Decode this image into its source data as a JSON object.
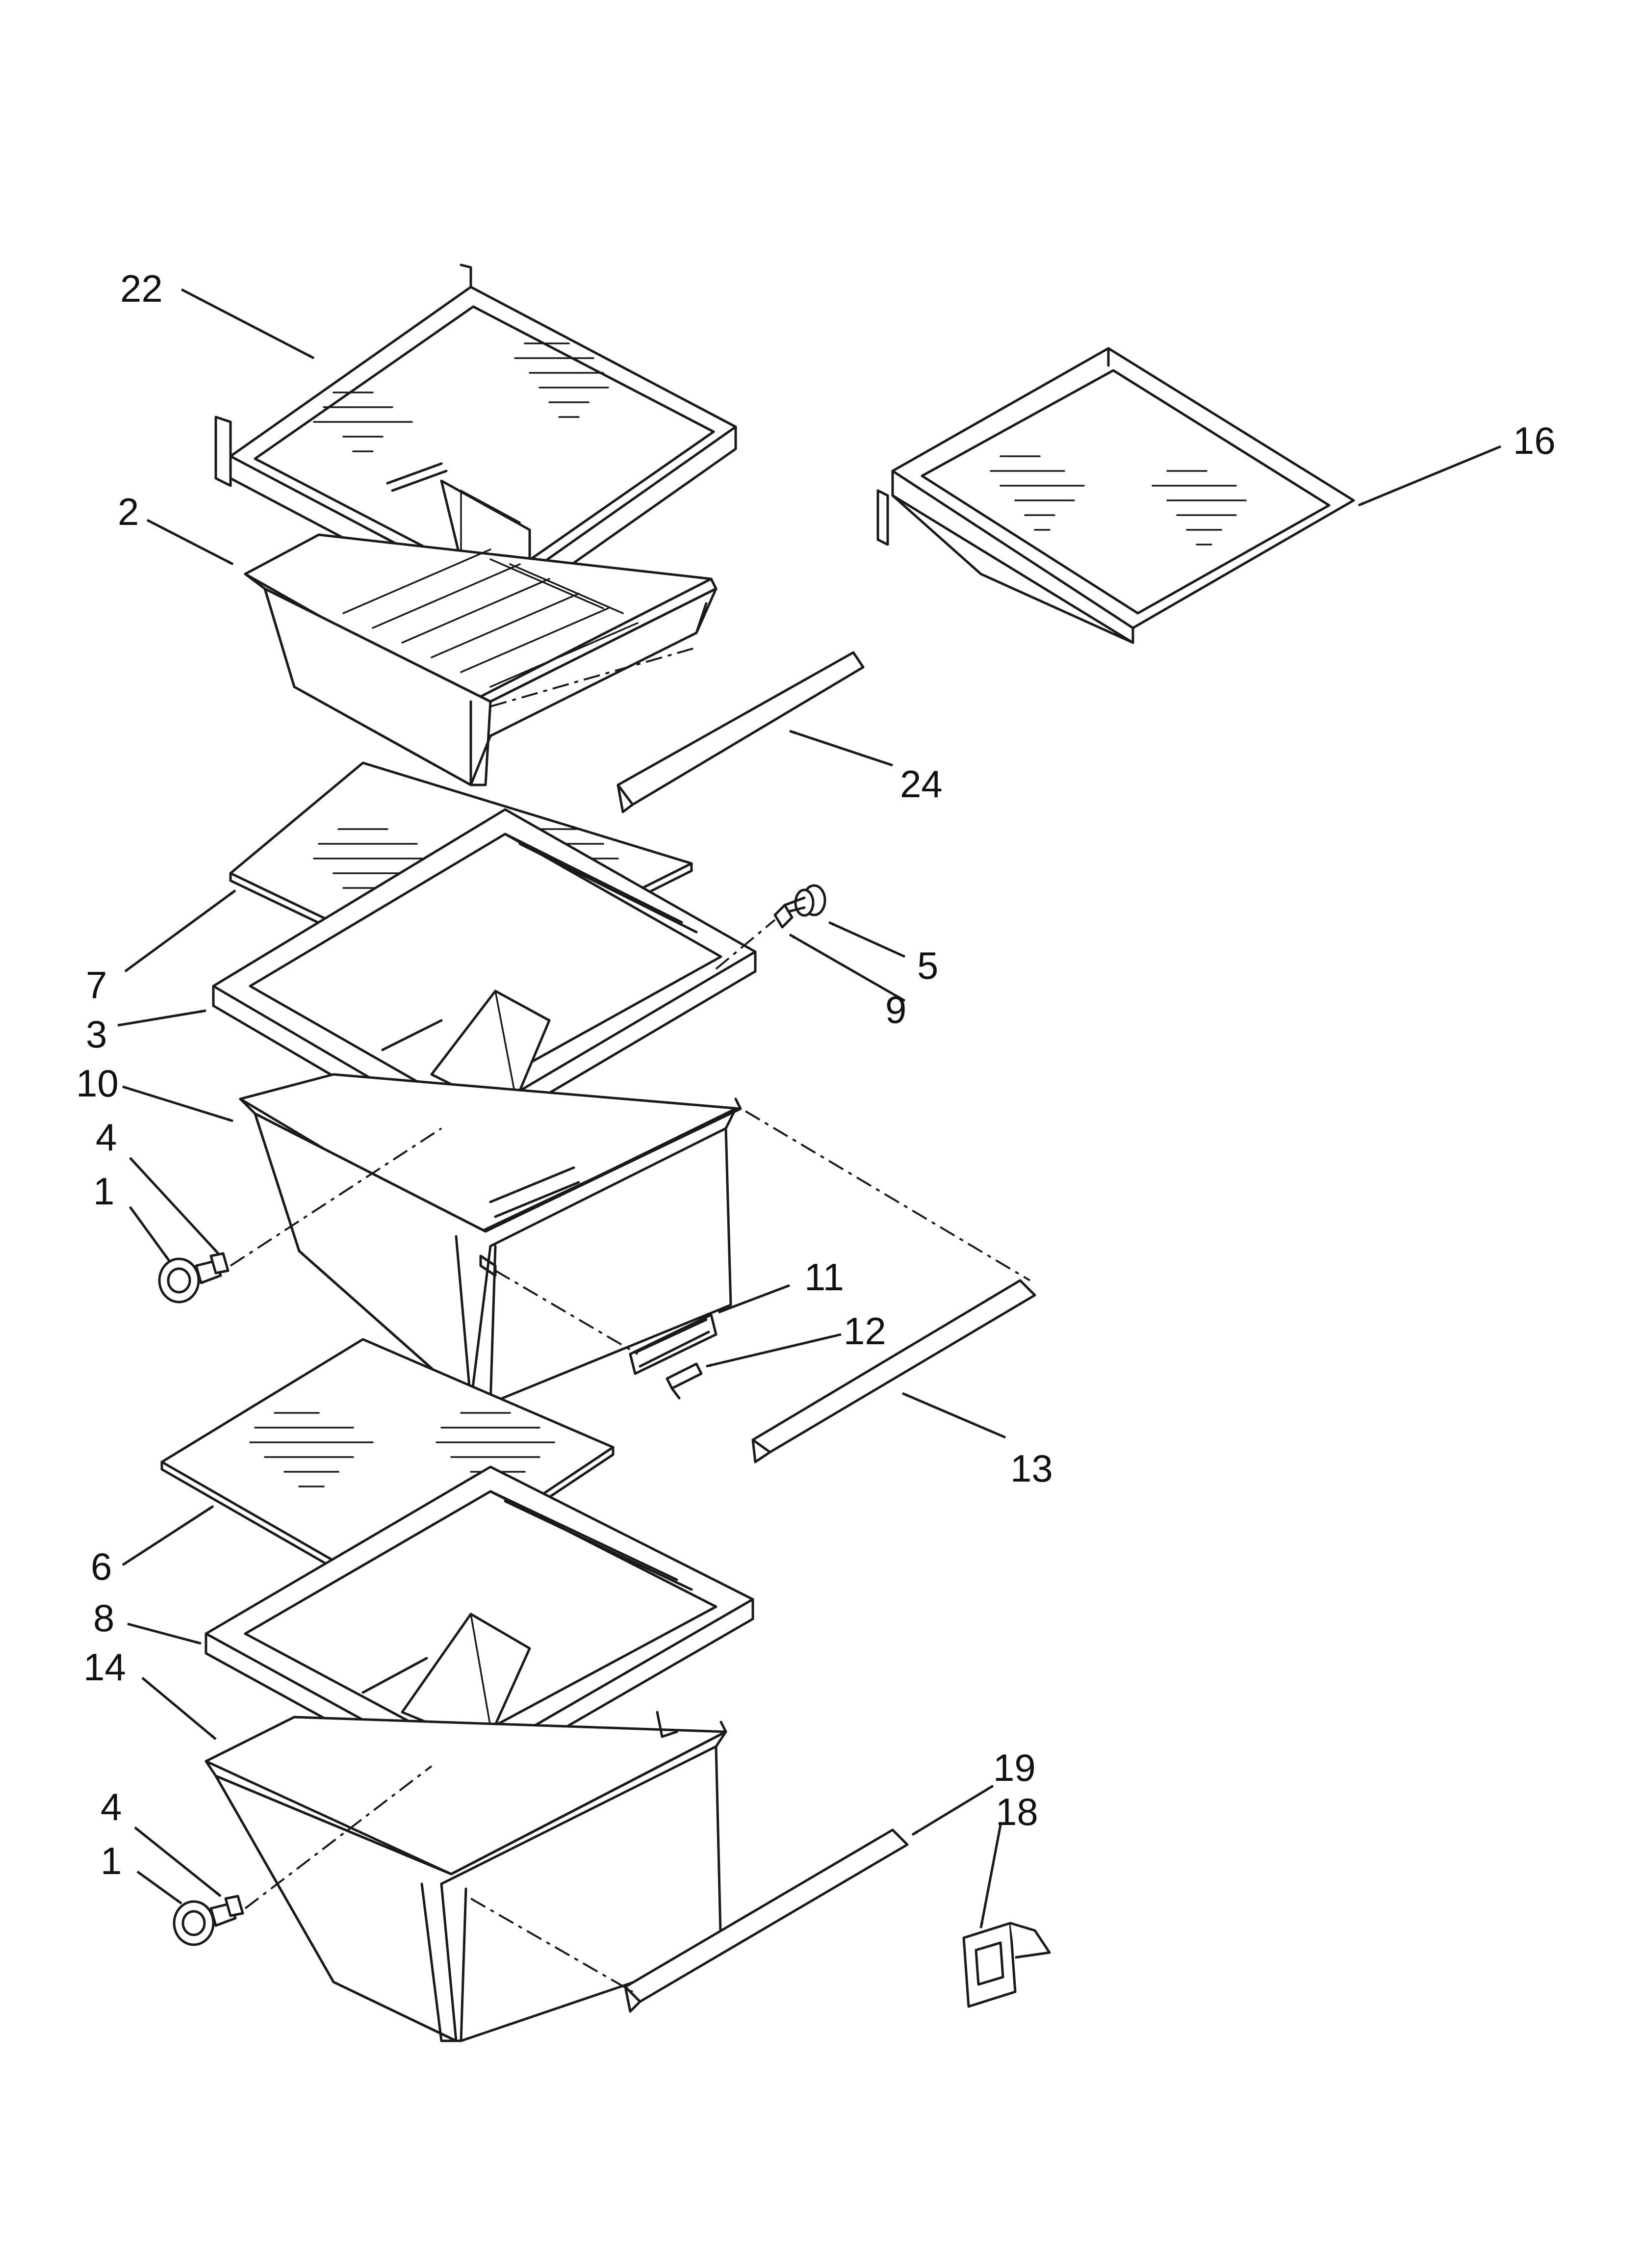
{
  "callouts": {
    "c22": "22",
    "c2": "2",
    "c16": "16",
    "c24": "24",
    "c7": "7",
    "c3": "3",
    "c5": "5",
    "c9": "9",
    "c10": "10",
    "c4a": "4",
    "c1a": "1",
    "c11": "11",
    "c12": "12",
    "c13": "13",
    "c6": "6",
    "c8": "8",
    "c14": "14",
    "c19": "19",
    "c18": "18",
    "c4b": "4",
    "c1b": "1"
  },
  "colors": {
    "line": "#1a1a1a",
    "background": "#ffffff"
  }
}
